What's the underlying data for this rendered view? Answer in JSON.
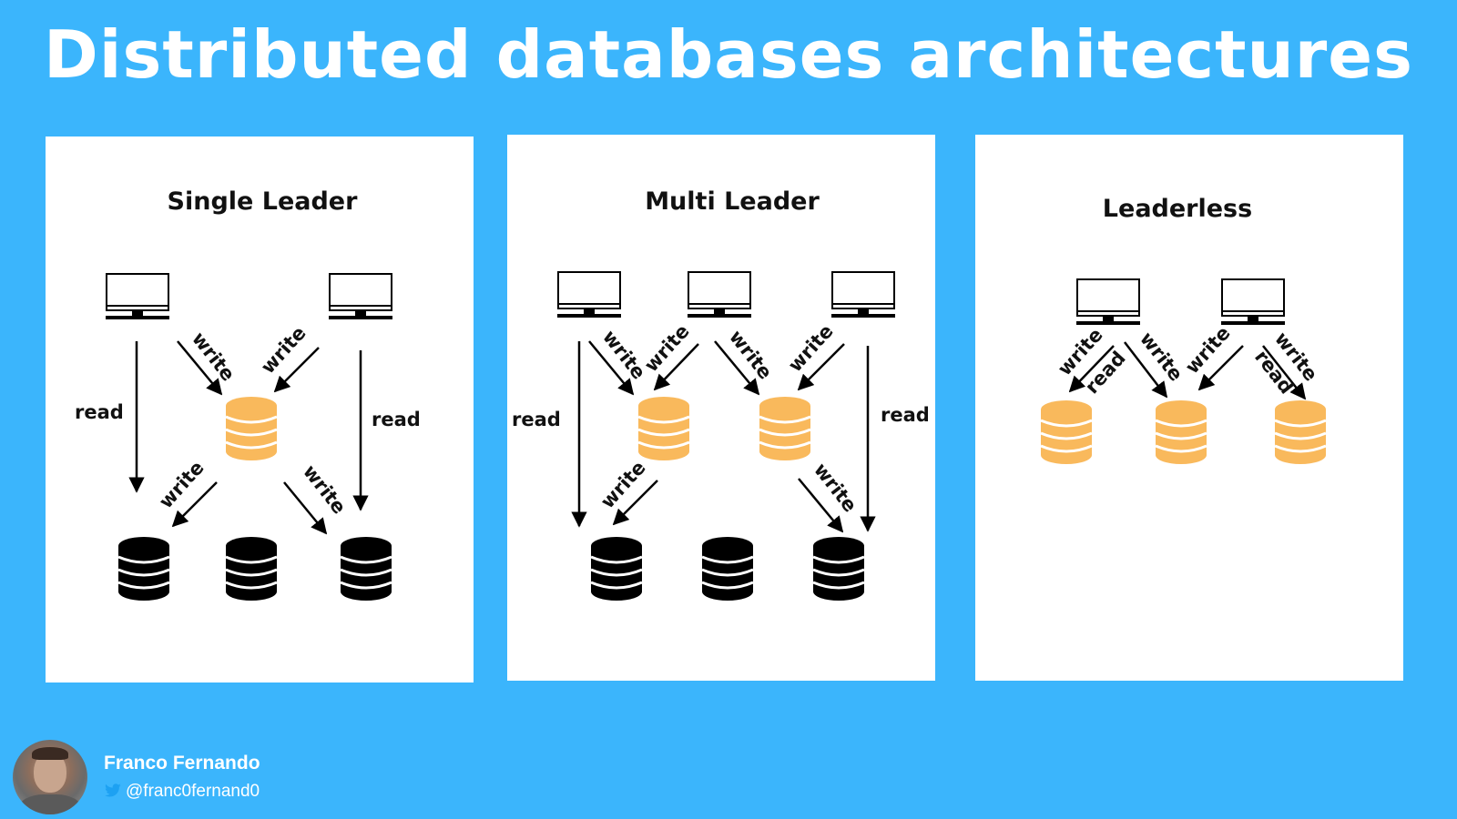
{
  "title": "Distributed databases architectures",
  "panels": {
    "single": {
      "title": "Single Leader",
      "labels": {
        "read": "read",
        "write": "write"
      }
    },
    "multi": {
      "title": "Multi Leader",
      "labels": {
        "read": "read",
        "write": "write"
      }
    },
    "leaderless": {
      "title": "Leaderless",
      "labels": {
        "read": "read",
        "write": "write"
      }
    }
  },
  "colors": {
    "background": "#3bb5fc",
    "leader": "#f9b95c",
    "follower": "#000000",
    "panel": "#ffffff"
  },
  "icons": {
    "client": "monitor-icon",
    "database": "database-icon",
    "social": "twitter-icon"
  },
  "author": {
    "name": "Franco Fernando",
    "handle": "@franc0fernand0"
  }
}
